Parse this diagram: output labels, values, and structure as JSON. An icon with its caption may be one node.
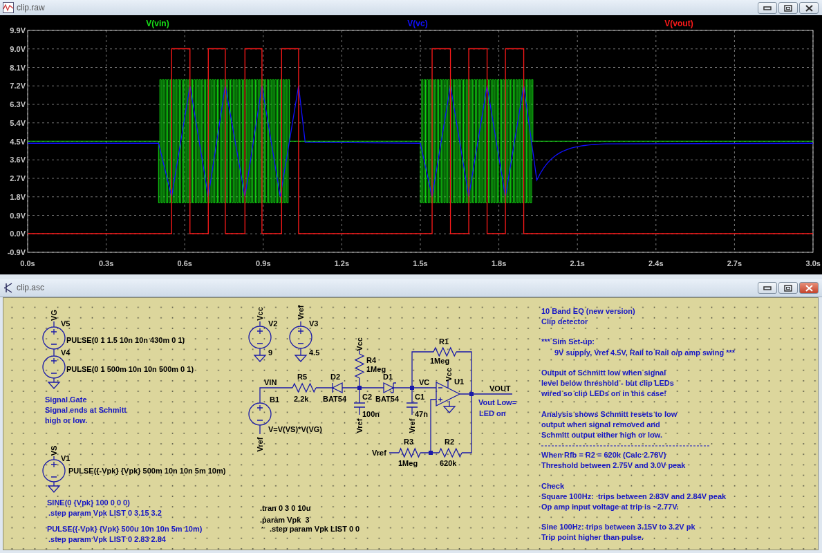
{
  "diagram": {
    "labels": [
      "clip.raw",
      "V(vin)",
      "V(vc)",
      "V(vout)",
      "9.9V",
      "9.0V",
      "8.1V",
      "7.2V",
      "6.3V",
      "5.4V",
      "4.5V",
      "3.6V",
      "2.7V",
      "1.8V",
      "0.9V",
      "0.0V",
      "-0.9V",
      "0.0s",
      "0.3s",
      "0.6s",
      "0.9s",
      "1.2s",
      "1.5s",
      "1.8s",
      "2.1s",
      "2.4s",
      "2.7s",
      "3.0s",
      "clip.asc",
      "VG",
      "V5",
      "PULSE(0 1 1.5 10n 10n 430m 0 1)",
      "V4",
      "PULSE(0 1 500m 10n 10n 500m 0 1)",
      "Signal Gate",
      "Signal ends at Schmitt",
      "high or low.",
      "Vcc",
      "V2",
      "9",
      "Vref",
      "V3",
      "4.5",
      "VIN",
      "R5",
      "2.2k",
      "D2",
      "BAT54",
      "Vcc",
      "R4",
      "1Meg",
      "D1",
      "BAT54",
      "VC",
      "R1",
      "1Meg",
      "Vcc",
      "U1",
      "VOUT",
      "B1",
      "C2",
      "C1",
      "Vout Low=",
      "100n",
      "47n",
      "LED on",
      "V=V(VS)*V(VG)",
      "Vref",
      "Vref",
      "Vref",
      "R3",
      "R2",
      "Vref",
      "1Meg",
      "620k",
      "VS",
      "V1",
      "PULSE({-Vpk} {Vpk} 500m 10n 10n 5m 10m)",
      "SINE(0 {Vpk} 100 0 0 0)",
      ".step param Vpk LIST 0 3.15 3.2",
      "PULSE({-Vpk} {Vpk} 500u 10n 10n 5m 10m)",
      ".step param Vpk LIST 0 2.83 2.84",
      ".tran 0 3 0 10u",
      ".param Vpk  3",
      "*",
      ".step param Vpk LIST 0 0",
      "10 Band EQ (new version)",
      "Clip detector",
      "*** Sim Set-up:",
      "9V supply, Vref 4.5V, Rail to Rail o/p amp swing ***",
      "Output of Schmitt low when signal",
      "level below threshold - but clip LEDs",
      "wired so clip LEDs on in this case!",
      "Analysis shows Schmitt resets to low",
      "output when signal removed and",
      "Schmitt output either high or low.",
      "When Rfb = R2 = 620k (Calc 2.78V)",
      "Threshold between 2.75V and 3.0V peak",
      "Check",
      "Square 100Hz:  trips between 2.83V and 2.84V peak",
      "Op amp input voltage at trip is ~2.77V.",
      "Sine 100Hz: trips between 3.15V to 3.2V pk",
      "Trip point higher than pulse."
    ]
  }
}
